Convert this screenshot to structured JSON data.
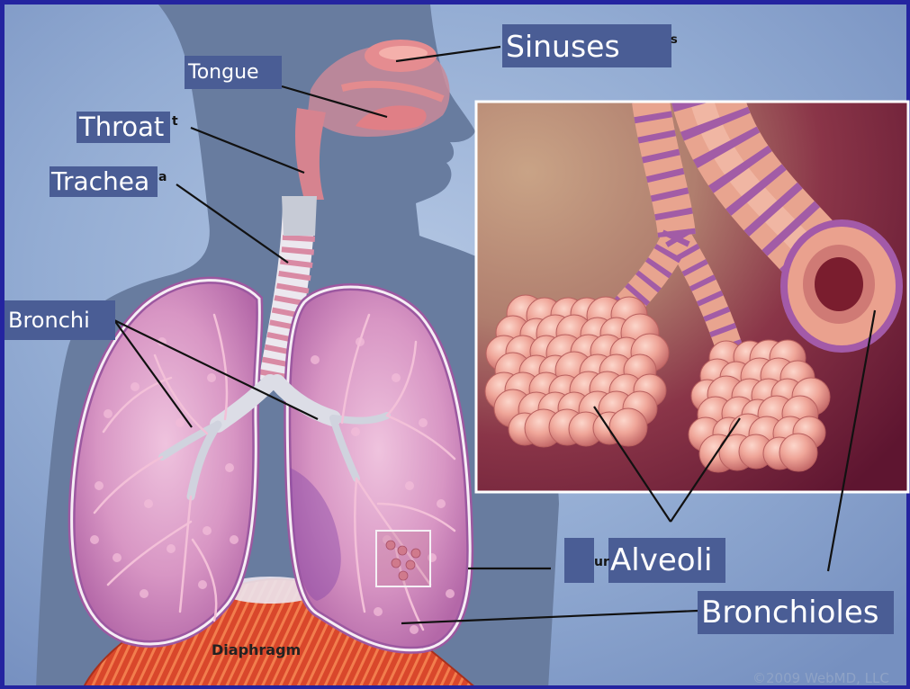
{
  "figure": {
    "labels": {
      "sinuses": "Sinuses",
      "tongue": "Tongue",
      "throat": "Throat",
      "trachea": "Trachea",
      "bronchi": "Bronchi",
      "alveoli": "Alveoli",
      "bronchioles": "Bronchioles",
      "diaphragm": "Diaphragm"
    },
    "label_remnants": {
      "sinuses": "s",
      "throat": "t",
      "trachea": "a",
      "alveoli": "ur"
    },
    "credit": "©2009 WebMD, LLC"
  },
  "colors": {
    "frame": "#2424a0",
    "label_box": "#4a5d95",
    "label_text": "#ffffff",
    "silhouette": "#687c9f",
    "lung": "#d896c4",
    "diaphragm": "#d9472b",
    "airway": "#e08a90",
    "inset_background": "#7b2540"
  }
}
